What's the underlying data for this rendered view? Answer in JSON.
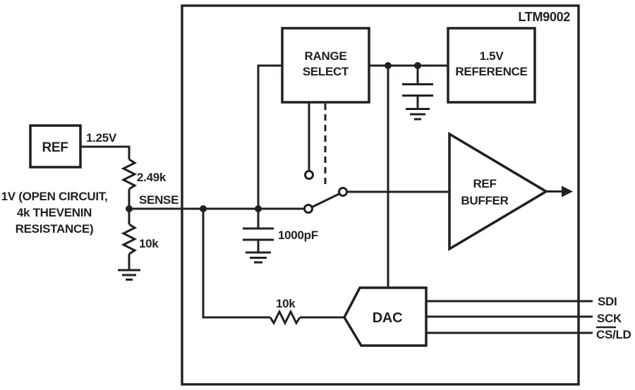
{
  "colors": {
    "ink": "#231f20",
    "background": "#ffffff"
  },
  "chip": {
    "label": "LTM9002"
  },
  "blocks": {
    "range_select": {
      "line1": "RANGE",
      "line2": "SELECT"
    },
    "reference": {
      "line1": "1.5V",
      "line2": "REFERENCE"
    },
    "ref_buffer": {
      "line1": "REF",
      "line2": "BUFFER"
    },
    "dac": {
      "label": "DAC"
    },
    "ref_source": {
      "label": "REF"
    }
  },
  "labels": {
    "ref_voltage": "1.25V",
    "resistor_top": "2.49k",
    "sense": "SENSE",
    "resistor_bottom": "10k",
    "resistor_dac": "10k",
    "capacitor": "1000pF",
    "note_line1": "1V (OPEN CIRCUIT,",
    "note_line2": "4k THEVENIN",
    "note_line3": "RESISTANCE)"
  },
  "signals": {
    "sdi": "SDI",
    "sck": "SCK",
    "csld": "CS/LD",
    "csld_overline_part": "CS"
  }
}
